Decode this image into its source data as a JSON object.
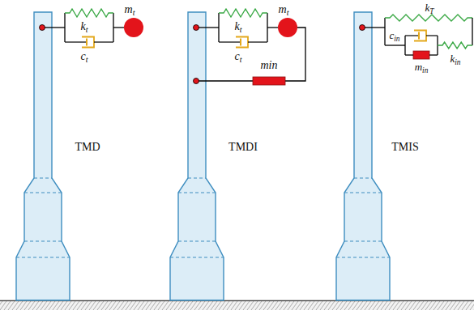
{
  "diagram": {
    "labels": [
      "kt",
      "ct",
      "mt",
      "TMD",
      "kt",
      "ct",
      "mt",
      "min",
      "TMDI",
      "kT",
      "cin",
      "min",
      "kin",
      "TMIS"
    ]
  }
}
